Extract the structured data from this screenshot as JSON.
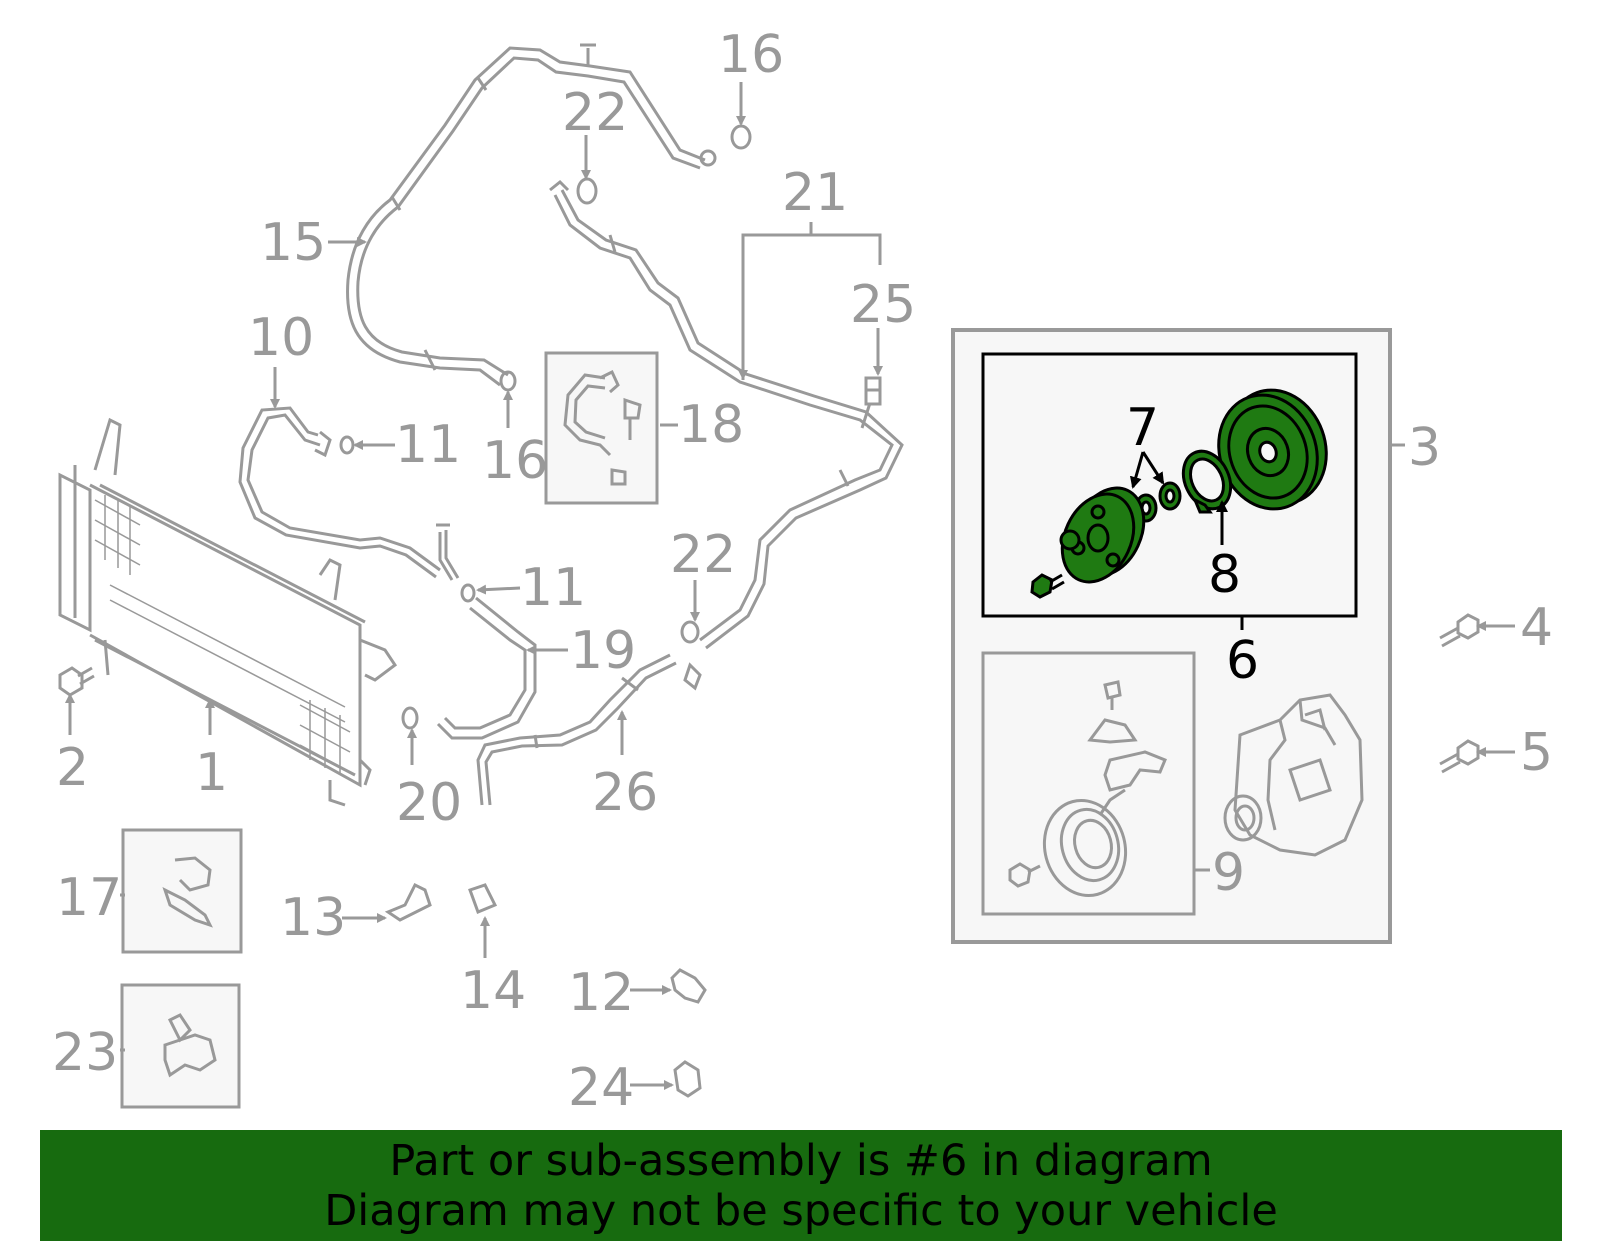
{
  "callouts": {
    "c1": "1",
    "c2": "2",
    "c3": "3",
    "c4": "4",
    "c5": "5",
    "c6": "6",
    "c7": "7",
    "c8": "8",
    "c9": "9",
    "c10": "10",
    "c11a": "11",
    "c11b": "11",
    "c12": "12",
    "c13": "13",
    "c14": "14",
    "c15": "15",
    "c16a": "16",
    "c16b": "16",
    "c17": "17",
    "c18": "18",
    "c19": "19",
    "c20": "20",
    "c21": "21",
    "c22a": "22",
    "c22b": "22",
    "c23": "23",
    "c24": "24",
    "c25": "25",
    "c26": "26"
  },
  "banner": {
    "line1": "Part or sub-assembly is #6 in diagram",
    "line2": "Diagram may not be specific to your vehicle"
  },
  "colors": {
    "highlight": "#1f7a12",
    "banner": "#176b0f",
    "line_gray": "#999999",
    "box_fill": "#f7f7f7"
  }
}
